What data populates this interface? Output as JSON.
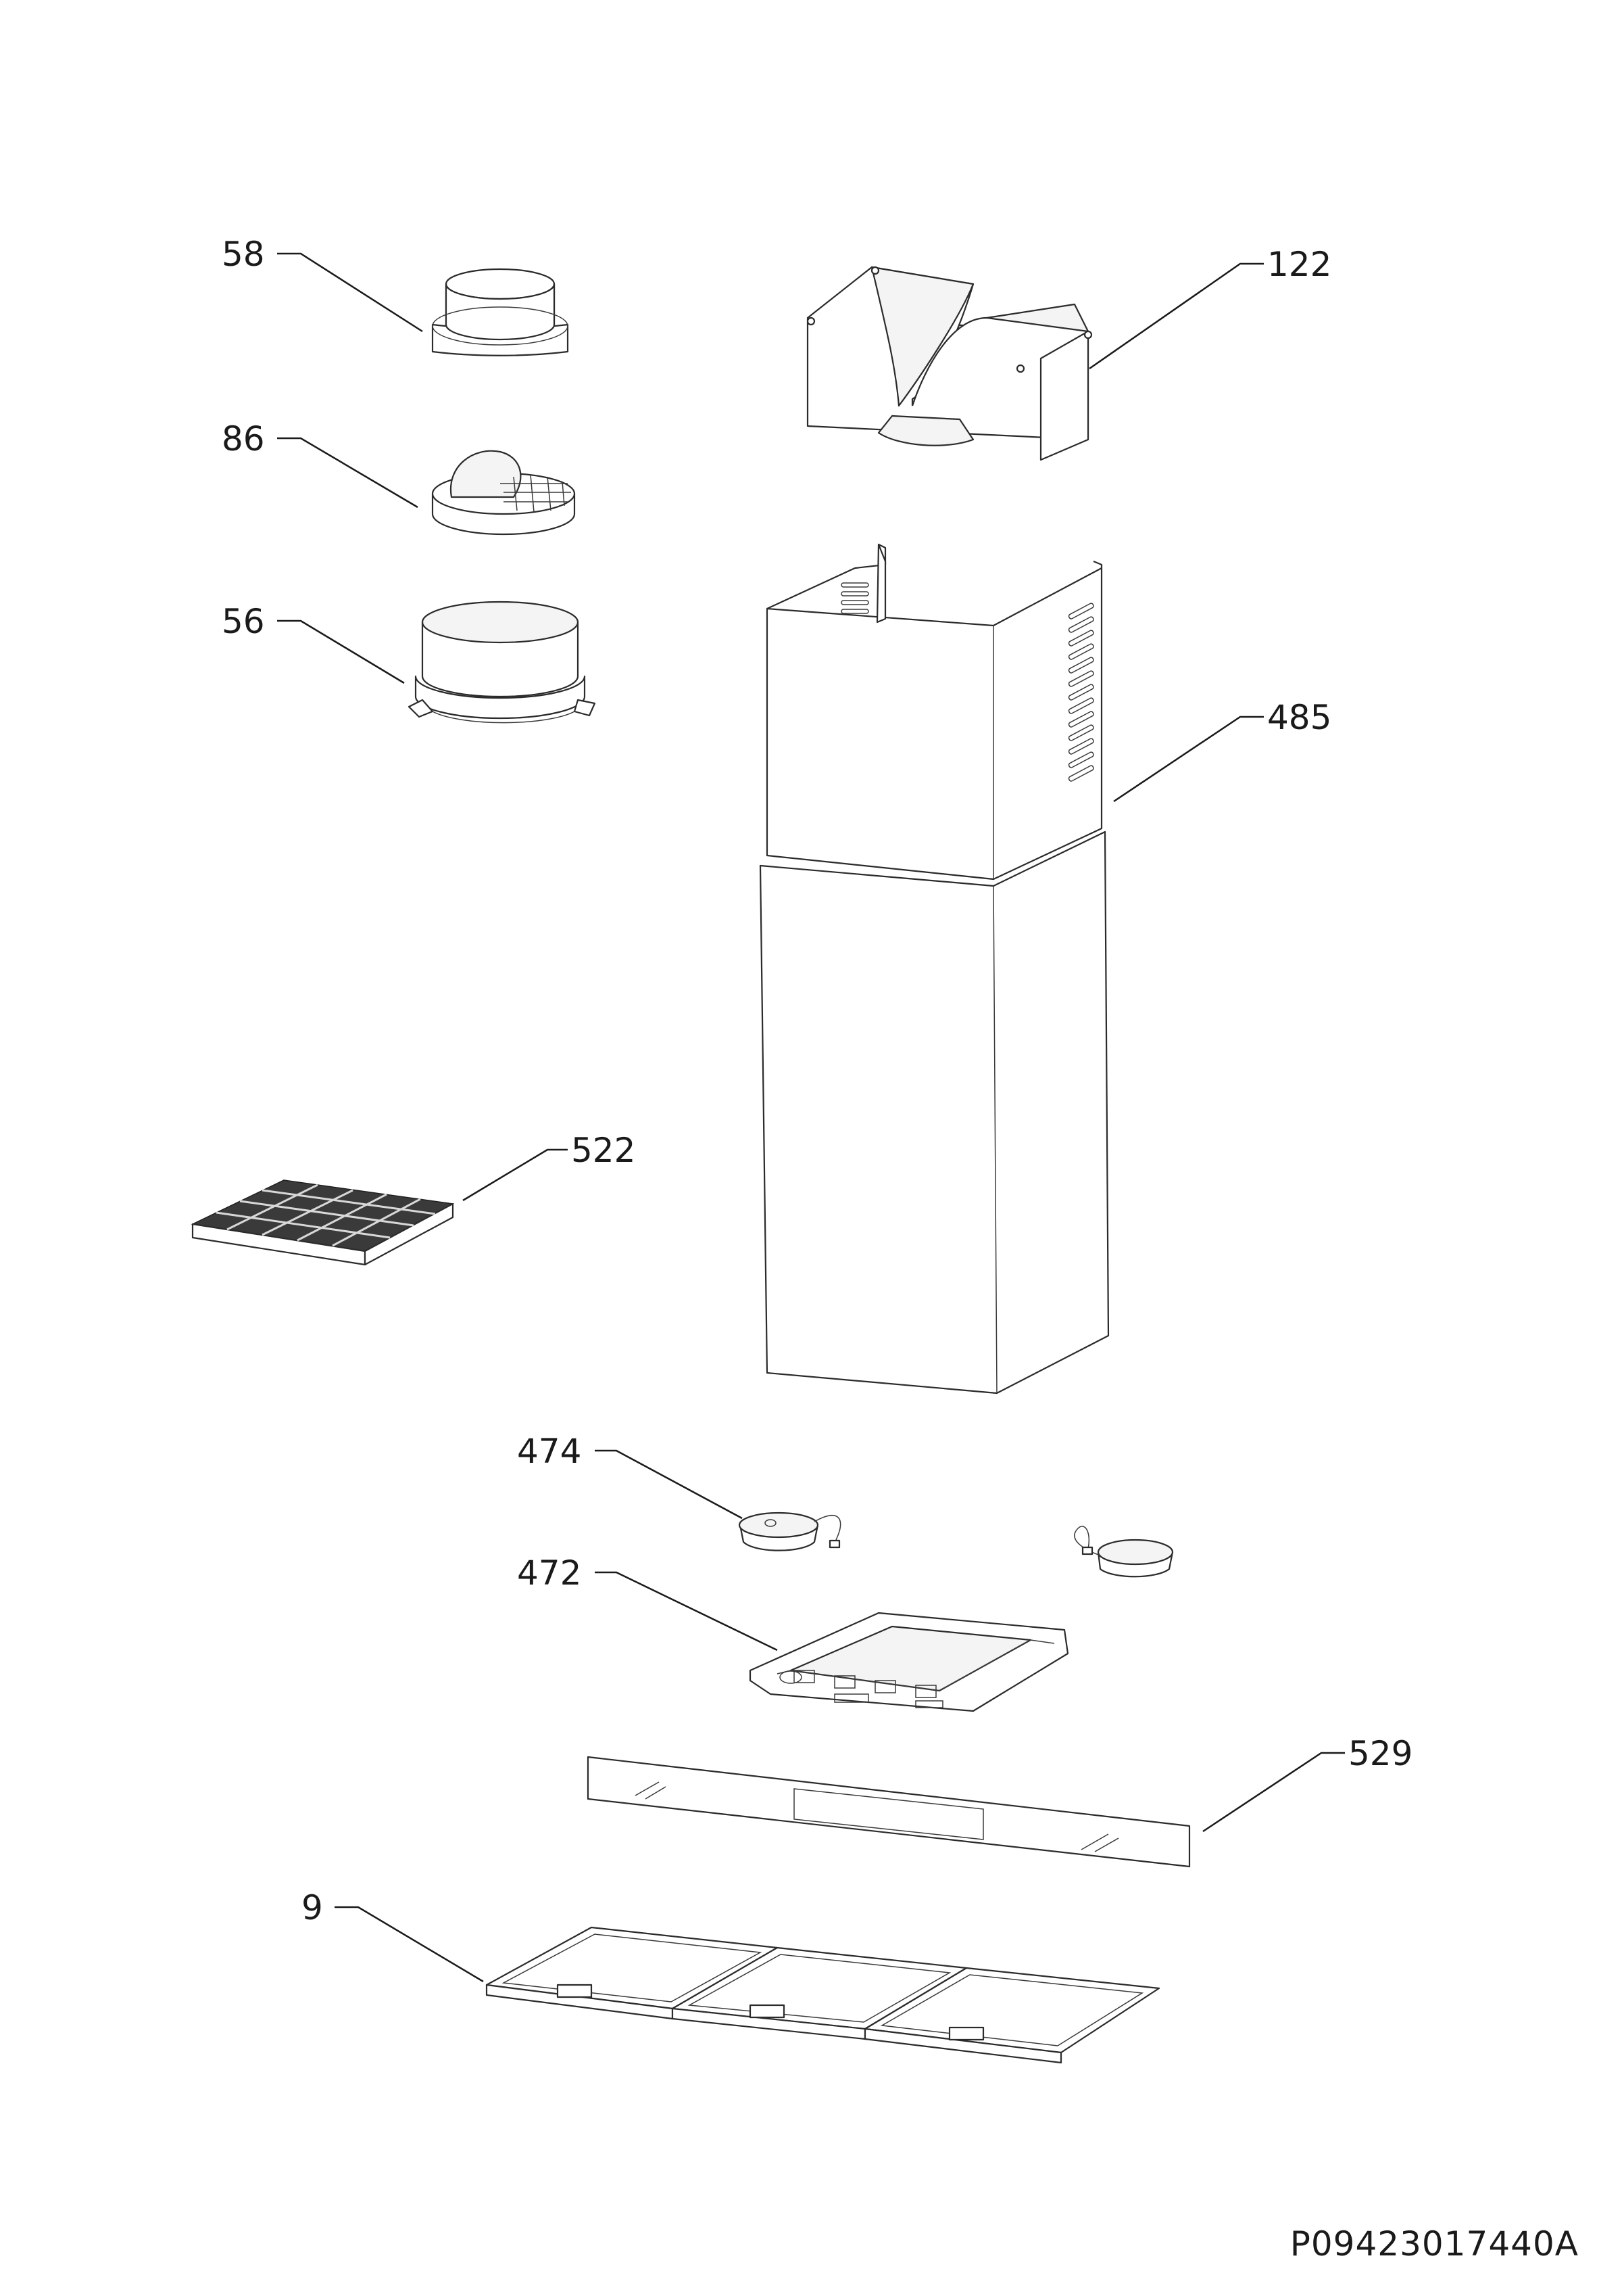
{
  "callouts": {
    "p58": "58",
    "p86": "86",
    "p56": "56",
    "p122": "122",
    "p485": "485",
    "p522": "522",
    "p474": "474",
    "p472": "472",
    "p529": "529",
    "p9": "9"
  },
  "document_id": "P09423017440A"
}
